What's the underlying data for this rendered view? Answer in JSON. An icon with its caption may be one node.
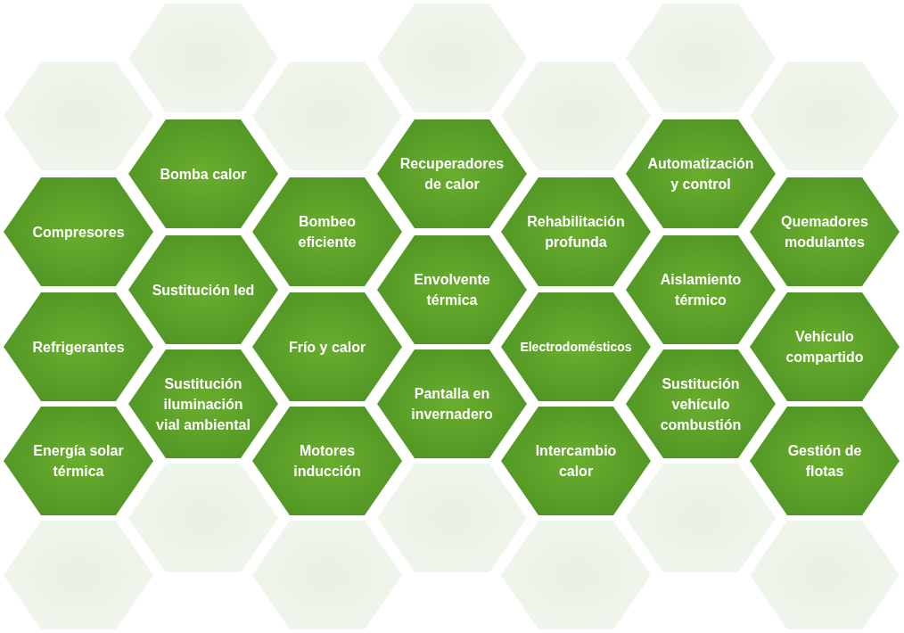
{
  "diagram": {
    "nodes": [
      {
        "text": [],
        "shape": "hexagon"
      },
      {
        "text": [],
        "shape": "hexagon"
      },
      {
        "text": [],
        "shape": "hexagon"
      },
      {
        "text": [],
        "shape": "hexagon"
      },
      {
        "text": [],
        "shape": "hexagon"
      },
      {
        "text": [],
        "shape": "hexagon"
      },
      {
        "text": [],
        "shape": "hexagon"
      },
      {
        "text": [
          "Bomba calor"
        ]
      },
      {
        "text": [
          "Recuperadores de calor"
        ]
      },
      {
        "text": [
          "Automatización y control"
        ]
      },
      {
        "text": [
          "Compresores"
        ]
      },
      {
        "text": [
          "Bombeo eficiente"
        ]
      },
      {
        "text": [
          "Rehabilitación profunda"
        ]
      },
      {
        "text": [
          "Quemadores modulantes"
        ]
      },
      {
        "text": [
          "Sustitución led"
        ]
      },
      {
        "text": [
          "Envolvente térmica"
        ]
      },
      {
        "text": [
          "Aislamiento térmico"
        ]
      },
      {
        "text": [
          "Refrigerantes"
        ]
      },
      {
        "text": [
          "Frío y calor"
        ]
      },
      {
        "text": [
          "Electrodomésticos"
        ]
      },
      {
        "text": [
          "Vehículo compartido"
        ]
      },
      {
        "text": [
          "Sustitución iluminación vial ambiental"
        ]
      },
      {
        "text": [
          "Pantalla en invernadero"
        ]
      },
      {
        "text": [
          "Sustitución vehículo combustión"
        ]
      },
      {
        "text": [
          "Energía solar térmica"
        ]
      },
      {
        "text": [
          "Motores inducción"
        ]
      },
      {
        "text": [
          "Intercambio calor"
        ]
      },
      {
        "text": [
          "Gestión de flotas"
        ]
      },
      {
        "text": [],
        "shape": "hexagon"
      },
      {
        "text": [],
        "shape": "hexagon"
      },
      {
        "text": [],
        "shape": "hexagon"
      },
      {
        "text": [],
        "shape": "hexagon"
      },
      {
        "text": [],
        "shape": "hexagon"
      },
      {
        "text": [],
        "shape": "hexagon"
      },
      {
        "text": [],
        "shape": "hexagon"
      }
    ]
  }
}
